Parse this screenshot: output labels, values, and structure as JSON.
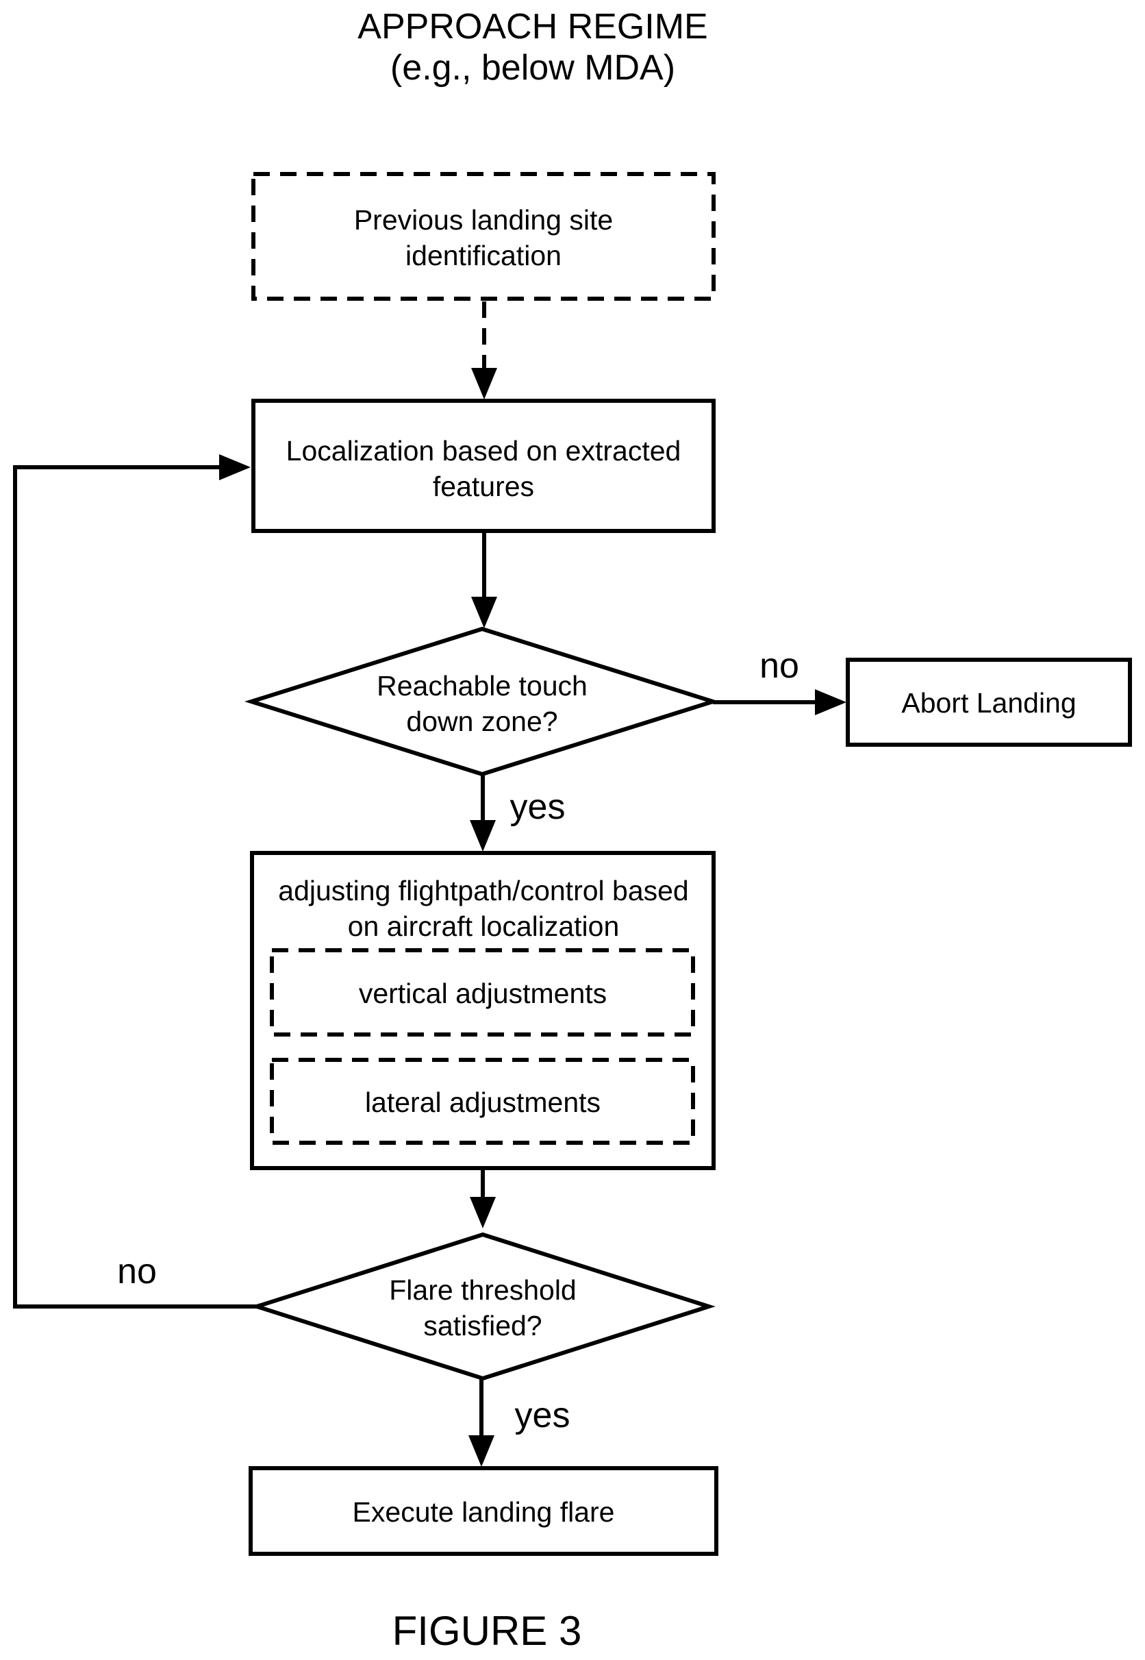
{
  "title": {
    "line1": "APPROACH REGIME",
    "line2": "(e.g., below MDA)"
  },
  "nodes": {
    "previous_landing_site": {
      "line1": "Previous landing site",
      "line2": "identification"
    },
    "localization": {
      "line1": "Localization based on extracted",
      "line2": "features"
    },
    "reachable_touchdown": {
      "line1": "Reachable touch",
      "line2": "down zone?"
    },
    "abort_landing": {
      "label": "Abort Landing"
    },
    "adjusting_flightpath": {
      "line1": "adjusting flightpath/control based",
      "line2": "on aircraft localization"
    },
    "vertical_adjustments": {
      "label": "vertical adjustments"
    },
    "lateral_adjustments": {
      "label": "lateral adjustments"
    },
    "flare_threshold": {
      "line1": "Flare threshold",
      "line2": "satisfied?"
    },
    "execute_flare": {
      "label": "Execute landing flare"
    }
  },
  "edge_labels": {
    "reachable_no": "no",
    "reachable_yes": "yes",
    "flare_no": "no",
    "flare_yes": "yes"
  },
  "caption": "FIGURE 3",
  "colors": {
    "line": "#000000",
    "background": "#ffffff"
  }
}
